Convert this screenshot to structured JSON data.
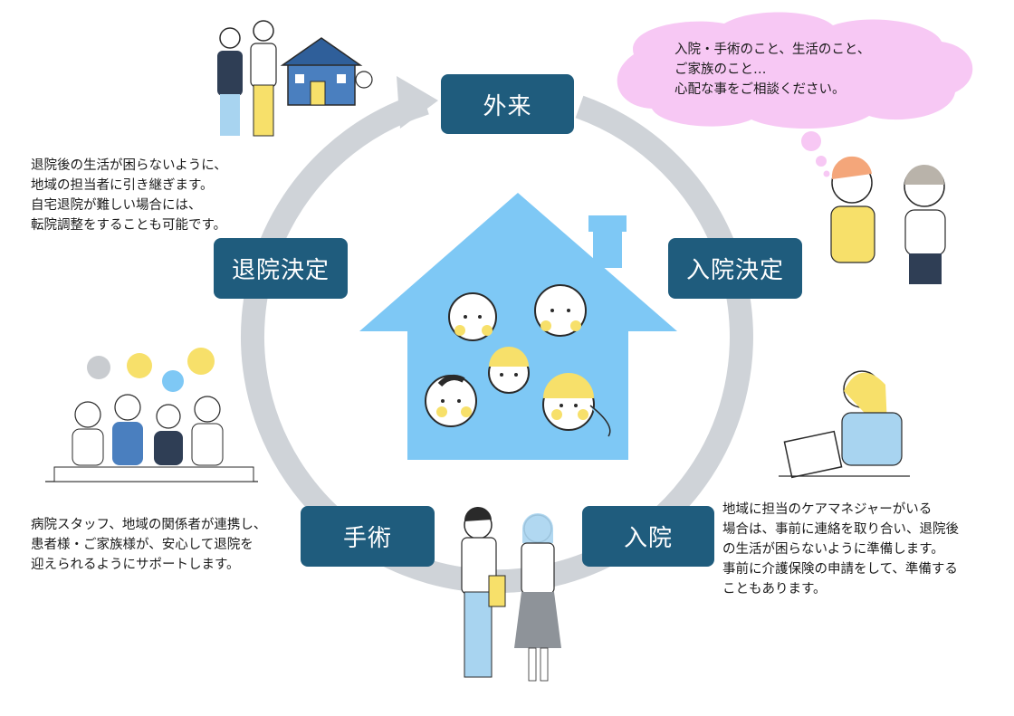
{
  "stages": {
    "outpatient": "外来",
    "admission_decision": "入院決定",
    "admission": "入院",
    "surgery": "手術",
    "discharge_decision": "退院決定"
  },
  "bubble": {
    "lines": [
      "入院・手術のこと、生活のこと、",
      "ご家族のこと…",
      "心配な事をご相談ください。"
    ]
  },
  "notes": {
    "discharge": [
      "退院後の生活が困らないように、",
      "地域の担当者に引き継ぎます。",
      "自宅退院が難しい場合には、",
      "転院調整をすることも可能です。"
    ],
    "surgery": [
      "病院スタッフ、地域の関係者が連携し、",
      "患者様・ご家族様が、安心して退院を",
      "迎えられるようにサポートします。"
    ],
    "admission": [
      "地域に担当のケアマネジャーがいる",
      "場合は、事前に連絡を取り合い、退院後",
      "の生活が困らないように準備します。",
      "事前に介護保険の申請をして、準備する",
      "こともあります。"
    ]
  },
  "colors": {
    "stage_box": "#1f5c7d",
    "ring": "#cfd3d8",
    "house": "#7ec8f5",
    "bubble": "#f7c8f4"
  },
  "icons": {
    "house": "family-house-icon",
    "ring_arrow": "cycle-arrow-icon"
  }
}
